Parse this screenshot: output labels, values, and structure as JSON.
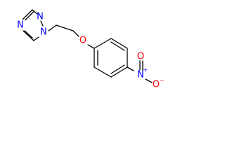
{
  "molecule": {
    "atoms": {
      "n1": "N",
      "n2": "N",
      "n4": "N",
      "o_ether": "O",
      "n_nitro": "N",
      "nitro_charge_plus": "+",
      "o_nitro_top": "O",
      "o_nitro_bottom": "O",
      "nitro_charge_minus": "−"
    },
    "colors": {
      "bond": "#000000",
      "nitrogen": "#0000ff",
      "oxygen": "#ff0000"
    }
  }
}
